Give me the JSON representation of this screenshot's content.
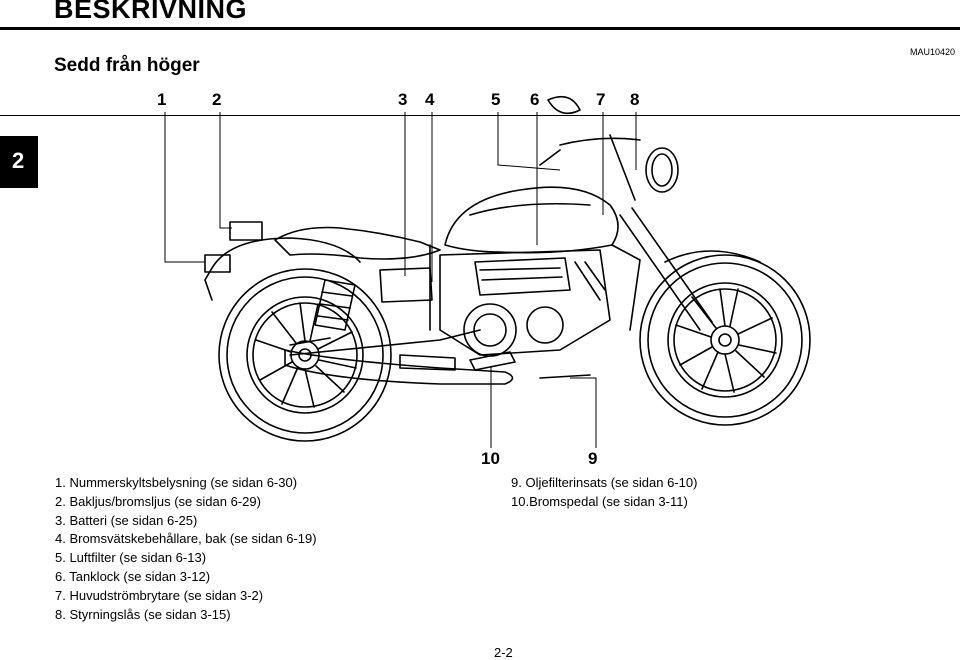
{
  "header": {
    "title": "BESKRIVNING",
    "subtitle": "Sedd från höger",
    "code": "MAU10420",
    "chapter": "2"
  },
  "callouts_top": [
    "1",
    "2",
    "3",
    "4",
    "5",
    "6",
    "7",
    "8"
  ],
  "callouts_bottom": [
    "10",
    "9"
  ],
  "legend_left": [
    "1. Nummerskyltsbelysning (se sidan 6-30)",
    "2. Bakljus/bromsljus (se sidan 6-29)",
    "3. Batteri (se sidan 6-25)",
    "4. Bromsvätskebehållare, bak (se sidan 6-19)",
    "5. Luftfilter (se sidan 6-13)",
    "6. Tanklock (se sidan 3-12)",
    "7. Huvudströmbrytare (se sidan 3-2)",
    "8. Styrningslås (se sidan 3-15)"
  ],
  "legend_right": [
    "9. Oljefilterinsats (se sidan 6-10)",
    "10.Bromspedal (se sidan 3-11)"
  ],
  "footer": {
    "page": "2-2"
  }
}
